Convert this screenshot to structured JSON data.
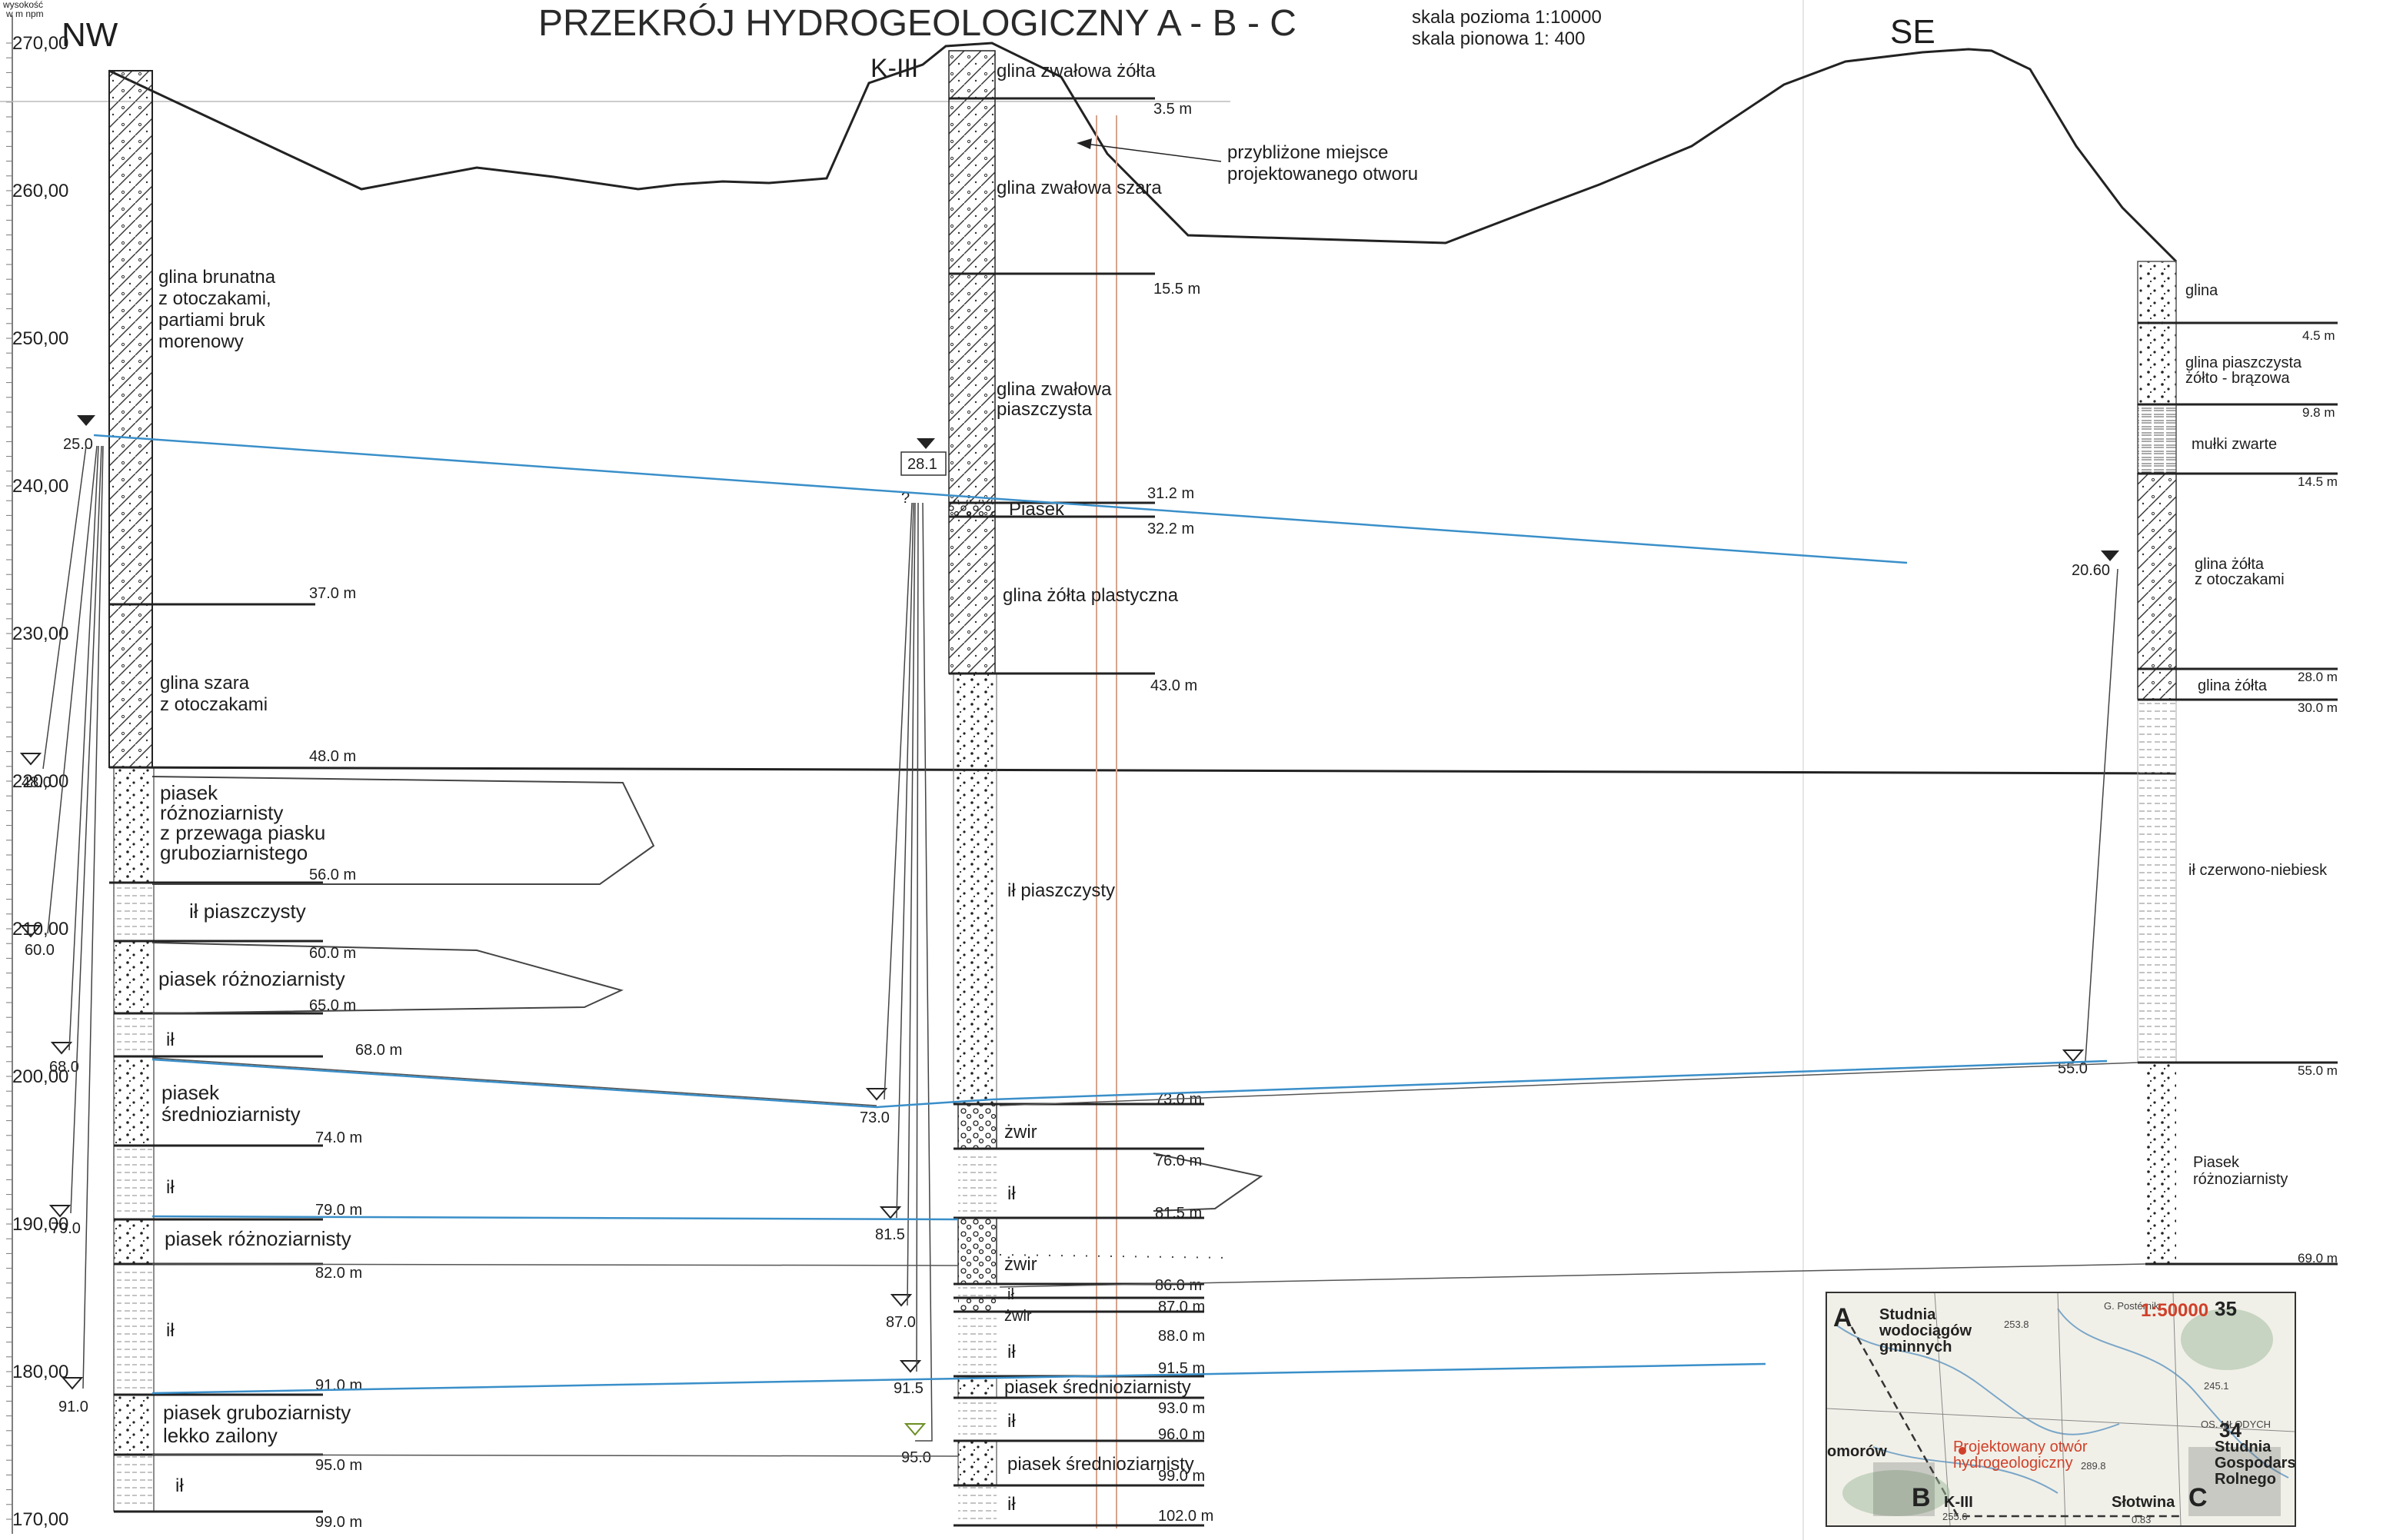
{
  "title": "PRZEKRÓJ HYDROGEOLOGICZNY A - B - C",
  "scale_horizontal": "skala pozioma 1:10000",
  "scale_vertical": "skala pionowa 1: 400",
  "axis": {
    "caption_line1": "wysokość",
    "caption_line2": "w m npm",
    "ticks": [
      "270,00",
      "260,00",
      "250,00",
      "240,00",
      "230,00",
      "220,00",
      "210,00",
      "200,00",
      "190,00",
      "180,00",
      "170,00"
    ]
  },
  "directions": {
    "left": "NW",
    "right": "SE"
  },
  "borehole_mid_name": "K-III",
  "annotation": {
    "line1": "przybliżone miejsce",
    "line2": "projektowanego otworu"
  },
  "left_column": {
    "layers": [
      {
        "lines": [
          "glina brunatna",
          "z otoczakami,",
          "partiami bruk",
          "morenowy"
        ]
      },
      {
        "lines": [
          "glina szara",
          "z otoczakami"
        ]
      },
      {
        "lines": [
          "piasek",
          "różnoziarnisty",
          "z przewaga piasku",
          "gruboziarnistego"
        ]
      },
      {
        "lines": [
          "ił piaszczysty"
        ]
      },
      {
        "lines": [
          "piasek różnoziarnisty"
        ]
      },
      {
        "lines": [
          "ił"
        ]
      },
      {
        "lines": [
          "piasek",
          "średnioziarnisty"
        ]
      },
      {
        "lines": [
          "ił"
        ]
      },
      {
        "lines": [
          "piasek różnoziarnisty"
        ]
      },
      {
        "lines": [
          "ił"
        ]
      },
      {
        "lines": [
          "piasek gruboziarnisty",
          "lekko zailony"
        ]
      },
      {
        "lines": [
          "ił"
        ]
      }
    ],
    "depths": [
      "37.0 m",
      "48.0 m",
      "56.0 m",
      "60.0 m",
      "65.0 m",
      "68.0 m",
      "74.0 m",
      "79.0 m",
      "82.0 m",
      "91.0 m",
      "95.0 m",
      "99.0 m"
    ],
    "water_levels": [
      "25.0",
      "48.0",
      "60.0",
      "68.0",
      "79.0",
      "91.0"
    ]
  },
  "mid_column": {
    "layers": [
      {
        "lines": [
          "glina zwałowa żółta"
        ]
      },
      {
        "lines": [
          "glina zwałowa szara"
        ]
      },
      {
        "lines": [
          "glina zwałowa",
          "piaszczysta"
        ]
      },
      {
        "lines": [
          "Piasek"
        ]
      },
      {
        "lines": [
          "glina żółta plastyczna"
        ]
      },
      {
        "lines": [
          "ił piaszczysty"
        ]
      },
      {
        "lines": [
          "żwir"
        ]
      },
      {
        "lines": [
          "ił"
        ]
      },
      {
        "lines": [
          "żwir"
        ]
      },
      {
        "lines": [
          "ił"
        ]
      },
      {
        "lines": [
          "żwir"
        ]
      },
      {
        "lines": [
          "ił"
        ]
      },
      {
        "lines": [
          "piasek średnioziarnisty"
        ]
      },
      {
        "lines": [
          "ił"
        ]
      },
      {
        "lines": [
          "piasek średnioziarnisty"
        ]
      },
      {
        "lines": [
          "ił"
        ]
      }
    ],
    "depths": [
      "3.5 m",
      "15.5 m",
      "31.2 m",
      "32.2 m",
      "43.0 m",
      "73.0 m",
      "76.0 m",
      "81.5 m",
      "86.0 m",
      "87.0 m",
      "88.0 m",
      "91.5 m",
      "93.0 m",
      "96.0 m",
      "99.0 m",
      "102.0 m"
    ],
    "water_levels": [
      "28.1",
      "73.0",
      "81.5",
      "87.0",
      "91.5",
      "95.0"
    ]
  },
  "right_column": {
    "layers": [
      {
        "lines": [
          "glina"
        ]
      },
      {
        "lines": [
          "glina piaszczysta",
          "żółto - brązowa"
        ]
      },
      {
        "lines": [
          "mułki zwarte"
        ]
      },
      {
        "lines": [
          "glina żółta",
          "z otoczakami"
        ]
      },
      {
        "lines": [
          "glina żółta"
        ]
      },
      {
        "lines": [
          "ił czerwono-niebiesk"
        ]
      },
      {
        "lines": [
          "Piasek",
          "różnoziarnisty"
        ]
      }
    ],
    "depths": [
      "4.5 m",
      "9.8 m",
      "14.5 m",
      "28.0 m",
      "30.0 m",
      "55.0 m",
      "69.0 m"
    ],
    "water_levels": [
      "20.60",
      "55.0"
    ]
  },
  "inset_map": {
    "letter_a": "A",
    "letter_b": "B",
    "letter_c": "C",
    "scale": "1:50000",
    "map_sheet": "35",
    "map_sheet_2": "34",
    "label_wells": [
      "Studnia",
      "wodociągów",
      "gminnych"
    ],
    "label_project": [
      "Projektowany otwór",
      "hydrogeologiczny"
    ],
    "label_farm": [
      "Studnia",
      "Gospodarstwa",
      "Rolnego"
    ],
    "town_left": "omorów",
    "town_bottom": "Słotwina",
    "borehole": "K-III",
    "place_top": "G. Postérnik",
    "place_right": "OS. MŁODYCH",
    "spot_heights": [
      "253.8",
      "245.1",
      "289.8",
      "255.6",
      "0.83"
    ]
  }
}
